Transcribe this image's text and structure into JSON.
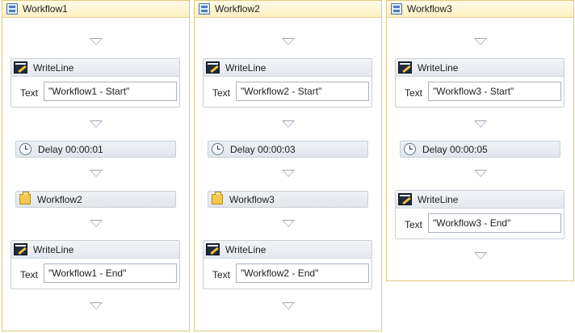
{
  "workflows": [
    {
      "title": "Workflow1",
      "activities": [
        {
          "kind": "writeline",
          "title": "WriteLine",
          "prop_label": "Text",
          "value": "\"Workflow1 - Start\""
        },
        {
          "kind": "delay",
          "label": "Delay 00:00:01"
        },
        {
          "kind": "invoke",
          "label": "Workflow2"
        },
        {
          "kind": "writeline",
          "title": "WriteLine",
          "prop_label": "Text",
          "value": "\"Workflow1 - End\""
        }
      ]
    },
    {
      "title": "Workflow2",
      "activities": [
        {
          "kind": "writeline",
          "title": "WriteLine",
          "prop_label": "Text",
          "value": "\"Workflow2 - Start\""
        },
        {
          "kind": "delay",
          "label": "Delay 00:00:03"
        },
        {
          "kind": "invoke",
          "label": "Workflow3"
        },
        {
          "kind": "writeline",
          "title": "WriteLine",
          "prop_label": "Text",
          "value": "\"Workflow2 - End\""
        }
      ]
    },
    {
      "title": "Workflow3",
      "activities": [
        {
          "kind": "writeline",
          "title": "WriteLine",
          "prop_label": "Text",
          "value": "\"Workflow3 - Start\""
        },
        {
          "kind": "delay",
          "label": "Delay 00:00:05"
        },
        {
          "kind": "writeline",
          "title": "WriteLine",
          "prop_label": "Text",
          "value": "\"Workflow3 - End\""
        }
      ]
    }
  ],
  "icons": {
    "sequence": "sequence-icon",
    "writeline": "writeline-icon",
    "delay": "clock-icon",
    "invoke": "workflow-icon"
  },
  "colors": {
    "sequence_border": "#e2c97a",
    "sequence_header": "#fdf0c2",
    "activity_header": "#e4e8ee",
    "drop_arrow": "#9aa7b5"
  }
}
